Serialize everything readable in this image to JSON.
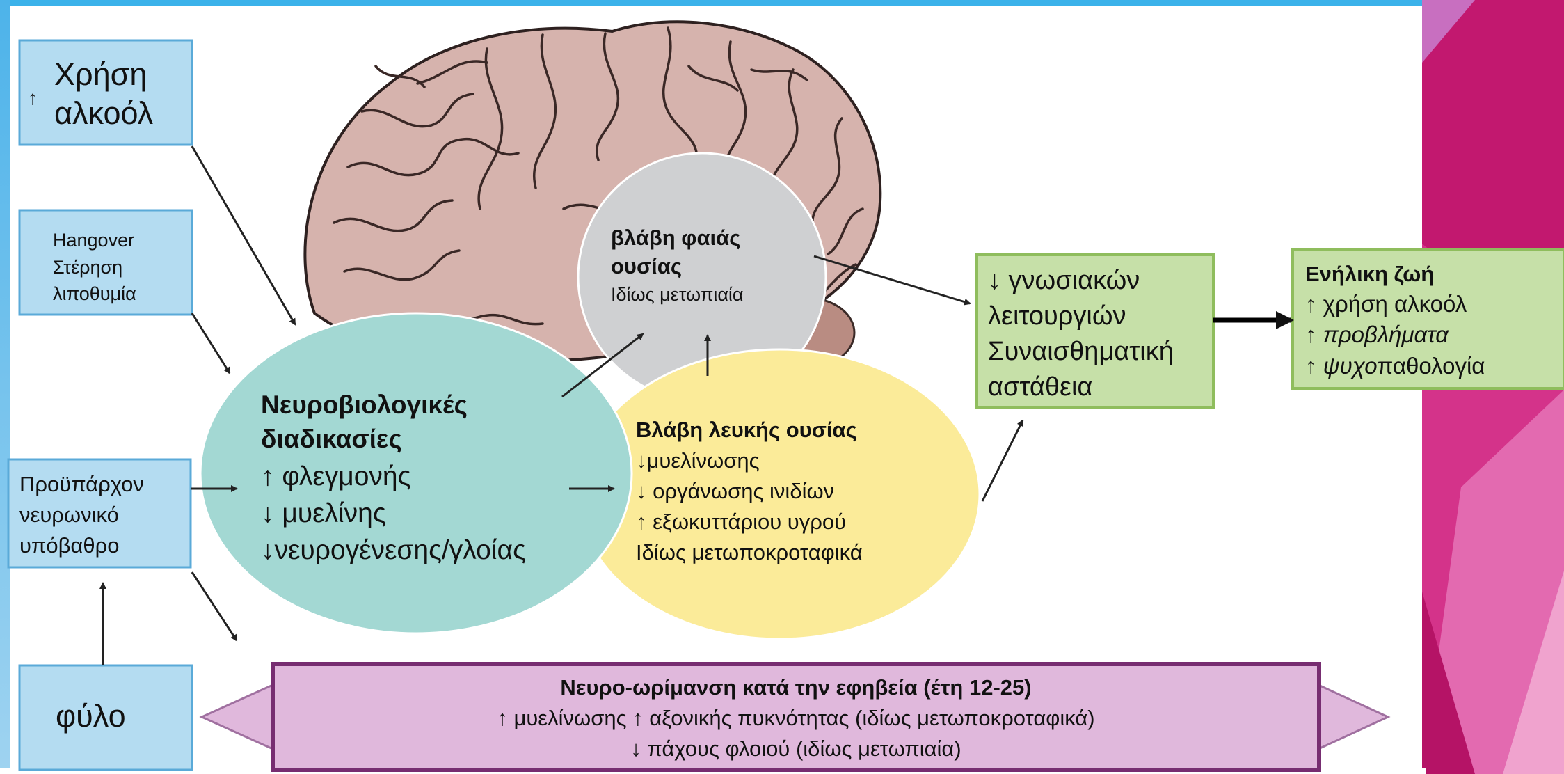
{
  "colors": {
    "top_bar": "#3bb2ea",
    "left_strip": "#53b9ec",
    "right_magenta": "#c2186f",
    "blue_box_fill": "#b4dcf1",
    "blue_box_stroke": "#5aaad8",
    "green_box_fill": "#c6e0a8",
    "green_box_stroke": "#8fbd5d",
    "teal_ellipse": "#a3d8d3",
    "yellow_ellipse": "#fbeb99",
    "grey_circle": "#cfd0d2",
    "pink_arrow_fill": "#e0b8dc",
    "pink_arrow_stroke": "#772d71",
    "brain": "#d6b3ad"
  },
  "boxes": {
    "alcohol_use": {
      "arrow": "↑",
      "line1": "Χρήση",
      "line2": "αλκοόλ"
    },
    "hangover": {
      "line1": "Hangover",
      "line2": "Στέρηση",
      "line3": "λιποθυμία"
    },
    "preexisting": {
      "line1": "Προϋπάρχον",
      "line2": "νευρωνικό",
      "line3": "υπόβαθρο"
    },
    "sex": {
      "label": "φύλο"
    },
    "cognitive": {
      "line1": "↓ γνωσιακών",
      "line2": "λειτουργιών",
      "line3": "Συναισθηματική",
      "line4": "αστάθεια"
    },
    "adult_life": {
      "title": "Ενήλικη ζωή",
      "line1": "↑ χρήση αλκοόλ",
      "line2_arrow": "↑ ",
      "line2": "προβλήματα",
      "line3_arrow": "↑ ",
      "line3_ital": "ψυχο",
      "line3_rest": "παθολογία"
    }
  },
  "grey_matter": {
    "title1": "βλάβη φαιάς",
    "title2": "ουσίας",
    "sub": "Ιδίως μετωπιαία"
  },
  "neurobiological": {
    "title1": "Νευροβιολογικές",
    "title2": "διαδικασίες",
    "line1": "↑ φλεγμονής",
    "line2": "↓ μυελίνης",
    "line3": "↓νευρογένεσης/γλοίας"
  },
  "white_matter": {
    "title": "Βλάβη λευκής ουσίας",
    "line1": "↓μυελίνωσης",
    "line2": "↓ οργάνωσης ινιδίων",
    "line3": "↑ εξωκυττάριου υγρού",
    "line4": "Ιδίως μετωποκροταφικά"
  },
  "maturation": {
    "title": "Νευρο-ωρίμανση κατά την εφηβεία (έτη 12-25)",
    "line1": "↑ μυελίνωσης  ↑ αξονικής πυκνότητας (ιδίως μετωποκροταφικά)",
    "line2": "↓ πάχους φλοιού (ιδίως μετωπιαία)"
  }
}
